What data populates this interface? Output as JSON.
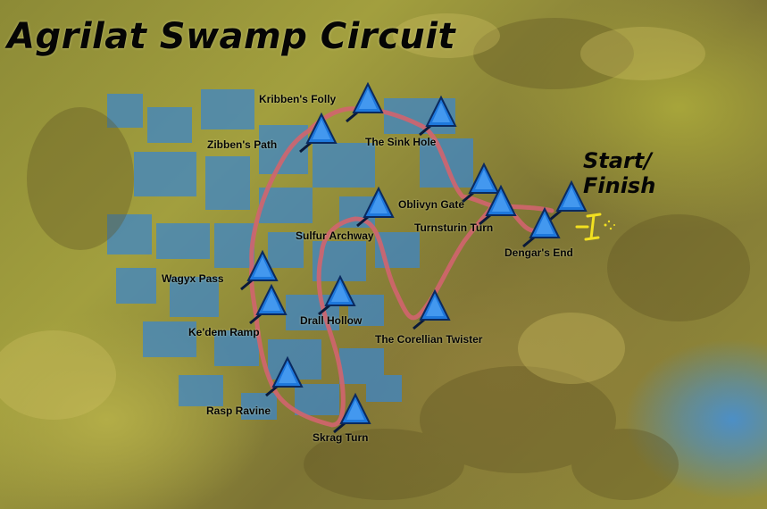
{
  "title": "Agrilat Swamp Circuit",
  "start_finish": {
    "line1": "Start/",
    "line2": "Finish"
  },
  "colors": {
    "route": "#d2646e",
    "marker_fill": "#1e78dc",
    "marker_stroke": "#0a2a60",
    "pin": "#0a1a3a",
    "water": "#3d86c8",
    "ship": "#f2e020"
  },
  "checkpoints": [
    {
      "name": "Kribben's Folly"
    },
    {
      "name": "Zibben's Path"
    },
    {
      "name": "The Sink Hole"
    },
    {
      "name": "Oblivyn Gate"
    },
    {
      "name": "Turnsturin Turn"
    },
    {
      "name": "Sulfur Archway"
    },
    {
      "name": "Dengar's End"
    },
    {
      "name": "Wagyx Pass"
    },
    {
      "name": "Ke'dem Ramp"
    },
    {
      "name": "Drall Hollow"
    },
    {
      "name": "The Corellian Twister"
    },
    {
      "name": "Rasp Ravine"
    },
    {
      "name": "Skrag Turn"
    }
  ],
  "icons": {
    "checkpoint": "triangle-pin-icon",
    "player": "podracer-icon"
  }
}
